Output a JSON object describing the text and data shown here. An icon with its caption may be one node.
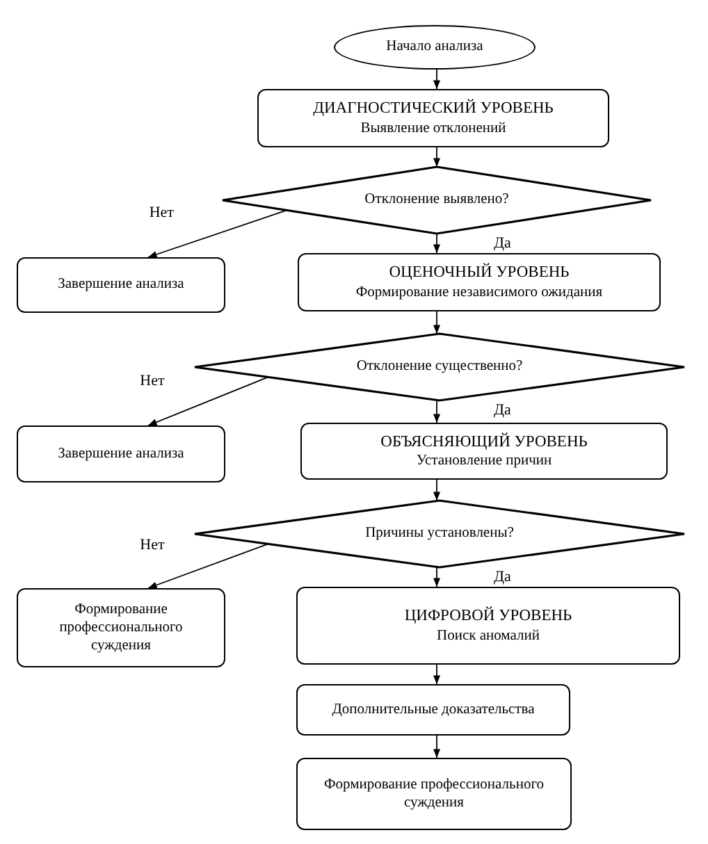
{
  "diagram": {
    "nodes": [
      {
        "text": [
          "Начало анализа"
        ]
      },
      {
        "text": [
          "ДИАГНОСТИЧЕСКИЙ УРОВЕНЬ",
          "Выявление отклонений"
        ]
      },
      {
        "text": [
          "Отклонение выявлено?"
        ]
      },
      {
        "text": [
          "Завершение анализа"
        ]
      },
      {
        "text": [
          "ОЦЕНОЧНЫЙ УРОВЕНЬ",
          "Формирование независимого ожидания"
        ]
      },
      {
        "text": [
          "Отклонение существенно?"
        ]
      },
      {
        "text": [
          "Завершение анализа"
        ]
      },
      {
        "text": [
          "ОБЪЯСНЯЮЩИЙ УРОВЕНЬ",
          "Установление причин"
        ]
      },
      {
        "text": [
          "Причины установлены?"
        ]
      },
      {
        "text": [
          "Формирование профессионального суждения"
        ]
      },
      {
        "text": [
          "ЦИФРОВОЙ УРОВЕНЬ",
          "Поиск аномалий"
        ]
      },
      {
        "text": [
          "Дополнительные доказательства"
        ]
      },
      {
        "text": [
          "Формирование профессионального суждения"
        ]
      }
    ],
    "edges": [
      {
        "from": 0,
        "to": 1,
        "arrow": "to"
      },
      {
        "from": 1,
        "to": 2,
        "arrow": "to"
      },
      {
        "from": 2,
        "to": 3,
        "arrow": "to",
        "label": "Нет"
      },
      {
        "from": 2,
        "to": 4,
        "arrow": "to",
        "label": "Да"
      },
      {
        "from": 4,
        "to": 5,
        "arrow": "to"
      },
      {
        "from": 5,
        "to": 6,
        "arrow": "to",
        "label": "Нет"
      },
      {
        "from": 5,
        "to": 7,
        "arrow": "to",
        "label": "Да"
      },
      {
        "from": 7,
        "to": 8,
        "arrow": "to"
      },
      {
        "from": 8,
        "to": 9,
        "arrow": "to",
        "label": "Нет"
      },
      {
        "from": 8,
        "to": 10,
        "arrow": "to",
        "label": "Да"
      },
      {
        "from": 10,
        "to": 11,
        "arrow": "to"
      },
      {
        "from": 11,
        "to": 12,
        "arrow": "to"
      }
    ]
  }
}
